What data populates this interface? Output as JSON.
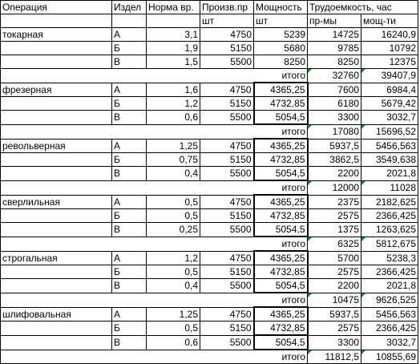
{
  "headers": {
    "row1": [
      "Операция",
      "Издел",
      "Норма вр.",
      "Произв.пр",
      "Мощность",
      "Трудоемкость, час"
    ],
    "row2": [
      "",
      "",
      "",
      "шт",
      "шт",
      "пр-мы",
      "мощ-ти"
    ]
  },
  "groups": [
    {
      "operation": "токарная",
      "rows": [
        [
          "А",
          "3,1",
          "4750",
          "5239",
          "14725",
          "16240,9"
        ],
        [
          "Б",
          "1,9",
          "5150",
          "5680",
          "9785",
          "10792"
        ],
        [
          "В",
          "1,5",
          "5500",
          "8250",
          "8250",
          "12375"
        ]
      ],
      "total_label": "итого",
      "total": [
        "32760",
        "39407,9"
      ]
    },
    {
      "operation": "фрезерная",
      "rows": [
        [
          "А",
          "1,6",
          "4750",
          "4365,25",
          "7600",
          "6984,4"
        ],
        [
          "Б",
          "1,2",
          "5150",
          "4732,85",
          "6180",
          "5679,42"
        ],
        [
          "В",
          "0,6",
          "5500",
          "5054,5",
          "3300",
          "3032,7"
        ]
      ],
      "total_label": "итого",
      "total": [
        "17080",
        "15696,52"
      ]
    },
    {
      "operation": "револьверная",
      "rows": [
        [
          "А",
          "1,25",
          "4750",
          "4365,25",
          "5937,5",
          "5456,563"
        ],
        [
          "Б",
          "0,75",
          "5150",
          "4732,85",
          "3862,5",
          "3549,638"
        ],
        [
          "В",
          "0,4",
          "5500",
          "5054,5",
          "2200",
          "2021,8"
        ]
      ],
      "total_label": "итого",
      "total": [
        "12000",
        "11028"
      ]
    },
    {
      "operation": "сверлильная",
      "rows": [
        [
          "А",
          "0,5",
          "4750",
          "4365,25",
          "2375",
          "2182,625"
        ],
        [
          "Б",
          "0,5",
          "5150",
          "4732,85",
          "2575",
          "2366,425"
        ],
        [
          "В",
          "0,25",
          "5500",
          "5054,5",
          "1375",
          "1263,625"
        ]
      ],
      "total_label": "итого",
      "total": [
        "6325",
        "5812,675"
      ]
    },
    {
      "operation": "строгальная",
      "rows": [
        [
          "А",
          "1,2",
          "4750",
          "4365,25",
          "5700",
          "5238,3"
        ],
        [
          "Б",
          "0,5",
          "5150",
          "4732,85",
          "2575",
          "2366,425"
        ],
        [
          "В",
          "0,4",
          "5500",
          "5054,5",
          "2200",
          "2021,8"
        ]
      ],
      "total_label": "итого",
      "total": [
        "10475",
        "9626,525"
      ]
    },
    {
      "operation": "шлифовальная",
      "rows": [
        [
          "А",
          "1,25",
          "4750",
          "4365,25",
          "5937,5",
          "5456,563"
        ],
        [
          "Б",
          "0,5",
          "5150",
          "4732,85",
          "2575",
          "2366,425"
        ],
        [
          "В",
          "0,6",
          "5500",
          "5054,5",
          "3300",
          "3032,7"
        ]
      ],
      "total_label": "итого",
      "total": [
        "11812,5",
        "10855,69"
      ]
    }
  ]
}
